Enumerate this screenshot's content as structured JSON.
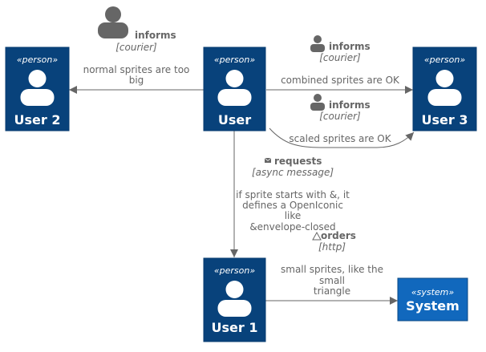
{
  "colors": {
    "person_fill": "#08427B",
    "system_fill": "#1168BD",
    "edge": "#666666",
    "text_light": "#ffffff",
    "label": "#666666"
  },
  "nodes": {
    "user2": {
      "stereotype": "«person»",
      "title": "User 2"
    },
    "user": {
      "stereotype": "«person»",
      "title": "User"
    },
    "user3": {
      "stereotype": "«person»",
      "title": "User 3"
    },
    "user1": {
      "stereotype": "«person»",
      "title": "User 1"
    },
    "system": {
      "stereotype": "«system»",
      "title": "System"
    }
  },
  "edges": {
    "to_user2": {
      "icon": "person-sprite-large",
      "label": "informs",
      "technology": "[courier]",
      "description_lines": [
        "normal sprites are too",
        "big"
      ]
    },
    "to_user3_a": {
      "icon": "person-sprite-small",
      "label": "informs",
      "technology": "[courier]",
      "description_lines": [
        "combined sprites are OK"
      ]
    },
    "to_user3_b": {
      "icon": "person-sprite-small",
      "label": "informs",
      "technology": "[courier]",
      "description_lines": [
        "scaled sprites are OK"
      ]
    },
    "to_user1": {
      "icon": "envelope-closed-icon",
      "label": "requests",
      "technology": "[async message]",
      "description_lines": [
        "if sprite starts with &, it",
        "defines a OpenIconic",
        "like",
        "&envelope-closed"
      ]
    },
    "to_system": {
      "icon": "triangle-icon",
      "label": "orders",
      "technology": "[http]",
      "description_lines": [
        "small sprites, like the",
        "small",
        "triangle"
      ]
    }
  }
}
